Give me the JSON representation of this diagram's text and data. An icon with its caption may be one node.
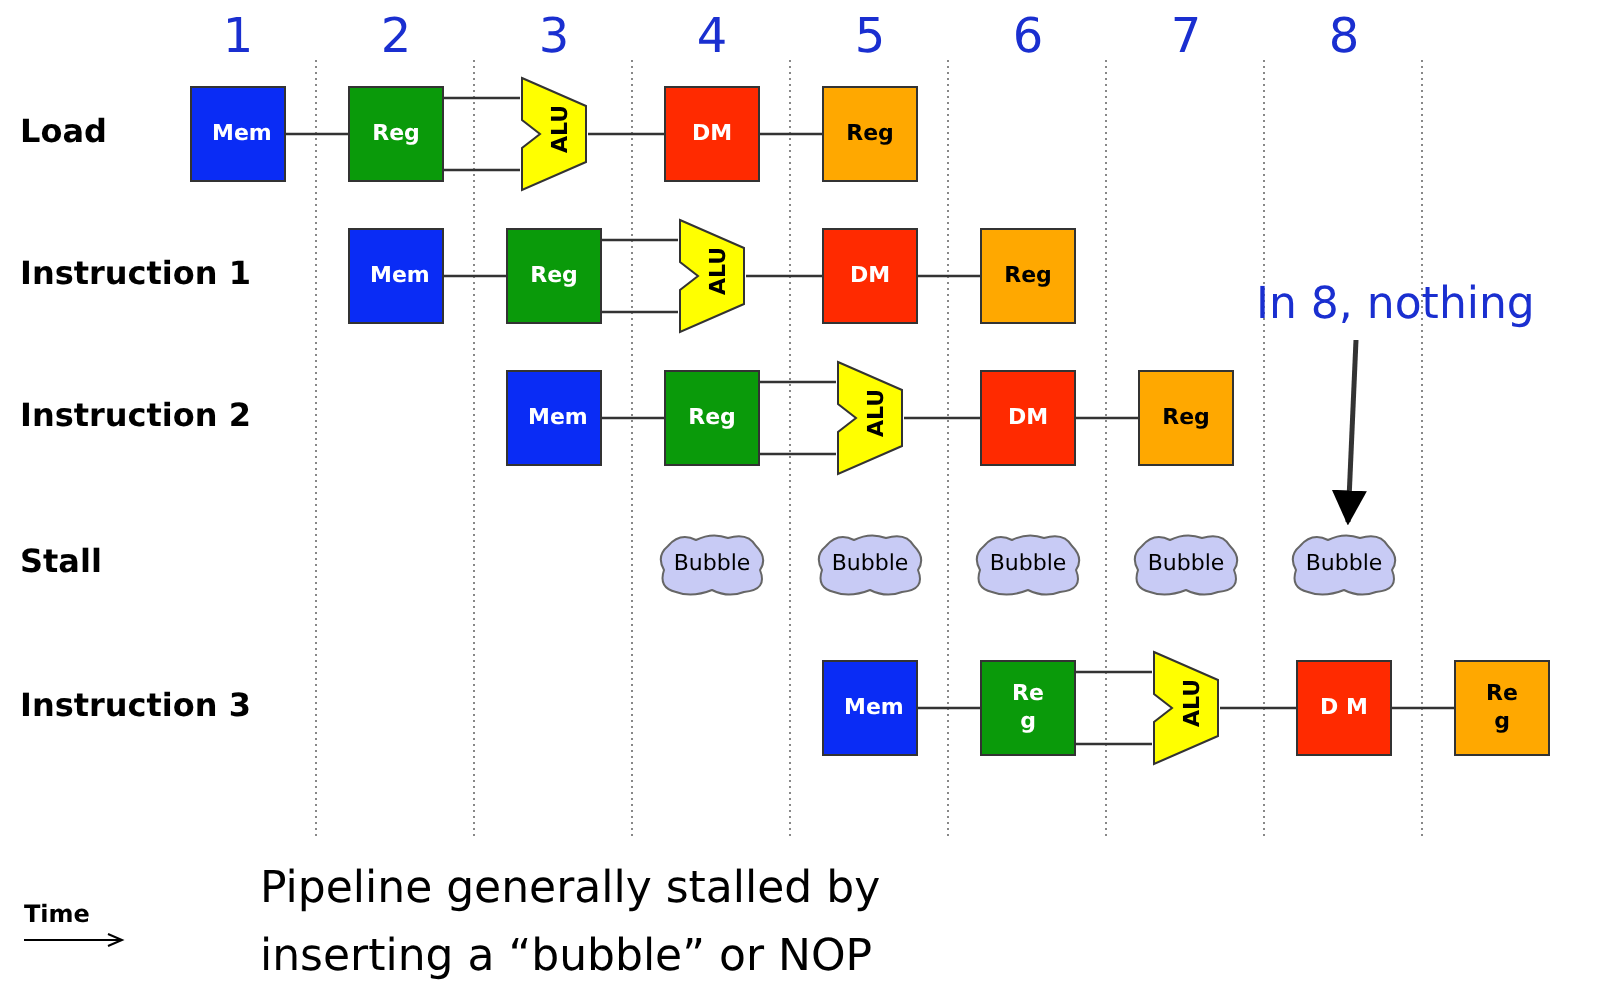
{
  "diagram": {
    "caption": "Pipeline generally stalled by inserting a “bubble” or NOP",
    "nodes": [
      {
        "text": [
          "Mem"
        ]
      },
      {
        "text": [
          "Reg"
        ]
      },
      {
        "text": [
          "ALU"
        ]
      },
      {
        "text": [
          "DM"
        ]
      },
      {
        "text": [
          "Reg"
        ]
      },
      {
        "text": [
          "Mem"
        ]
      },
      {
        "text": [
          "Reg"
        ]
      },
      {
        "text": [
          "ALU"
        ]
      },
      {
        "text": [
          "DM"
        ]
      },
      {
        "text": [
          "Reg"
        ]
      },
      {
        "text": [
          "In 8, nothing"
        ]
      },
      {
        "text": [
          "Mem"
        ]
      },
      {
        "text": [
          "Reg"
        ]
      },
      {
        "text": [
          "ALU"
        ]
      },
      {
        "text": [
          "DM"
        ]
      },
      {
        "text": [
          "Reg"
        ]
      },
      {
        "text": [
          "Bubble"
        ]
      },
      {
        "text": [
          "Bubble"
        ]
      },
      {
        "text": [
          "Bubble"
        ]
      },
      {
        "text": [
          "Bubble"
        ]
      },
      {
        "text": [
          "Bubble"
        ]
      },
      {
        "text": [
          "Mem"
        ]
      },
      {
        "text": [
          "Re g"
        ]
      },
      {
        "text": [
          "ALU"
        ]
      },
      {
        "text": [
          "D M"
        ]
      },
      {
        "text": [
          "Re g"
        ]
      }
    ],
    "edges": [
      {
        "from": 0,
        "to": 1,
        "arrow": "none"
      },
      {
        "from": 1,
        "to": 2,
        "arrow": "none"
      },
      {
        "from": 2,
        "to": 3,
        "arrow": "none"
      },
      {
        "from": 3,
        "to": 4,
        "arrow": "none"
      },
      {
        "from": 5,
        "to": 6,
        "arrow": "none"
      },
      {
        "from": 6,
        "to": 7,
        "arrow": "none"
      },
      {
        "from": 7,
        "to": 8,
        "arrow": "none"
      },
      {
        "from": 8,
        "to": 9,
        "arrow": "none"
      },
      {
        "from": 10,
        "to": 20,
        "arrow": "to"
      },
      {
        "from": 11,
        "to": 12,
        "arrow": "none"
      },
      {
        "from": 12,
        "to": 13,
        "arrow": "none"
      },
      {
        "from": 13,
        "to": 14,
        "arrow": "none"
      },
      {
        "from": 14,
        "to": 15,
        "arrow": "none"
      },
      {
        "from": 21,
        "to": 22,
        "arrow": "none"
      },
      {
        "from": 22,
        "to": 23,
        "arrow": "none"
      },
      {
        "from": 23,
        "to": 24,
        "arrow": "none"
      },
      {
        "from": 24,
        "to": 25,
        "arrow": "none"
      }
    ],
    "labels": [
      "1",
      "2",
      "3",
      "4",
      "5",
      "6",
      "7",
      "8",
      "Load",
      "Instruction 1",
      "Instruction 2",
      "Stall",
      "Instruction 3",
      "Time"
    ]
  }
}
